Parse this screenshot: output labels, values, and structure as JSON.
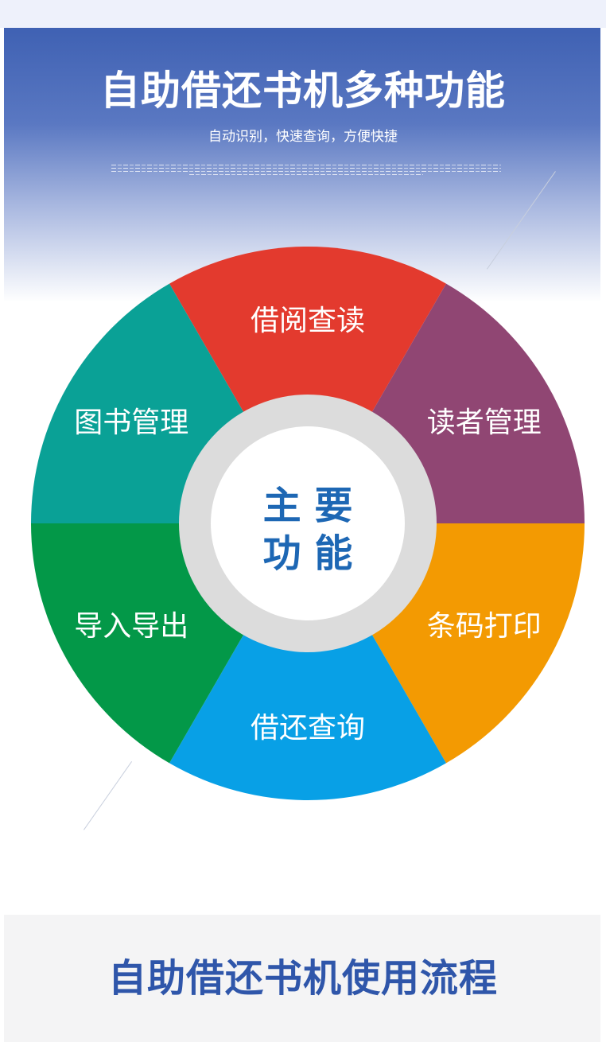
{
  "header": {
    "title": "自助借还书机多种功能",
    "subtitle": "自动识别，快速查询，方便快捷"
  },
  "wheel": {
    "center_line1": "主 要",
    "center_line2": "功 能",
    "segments": [
      {
        "label": "借阅查读",
        "color": "#e33a2e"
      },
      {
        "label": "读者管理",
        "color": "#904673"
      },
      {
        "label": "条码打印",
        "color": "#f39a02"
      },
      {
        "label": "借还查询",
        "color": "#08a0e6"
      },
      {
        "label": "导入导出",
        "color": "#039848"
      },
      {
        "label": "图书管理",
        "color": "#0aa196"
      }
    ],
    "ring_color": "#dcdcdc",
    "center_text_color": "#1d67b4"
  },
  "footer": {
    "title": "自助借还书机使用流程"
  }
}
